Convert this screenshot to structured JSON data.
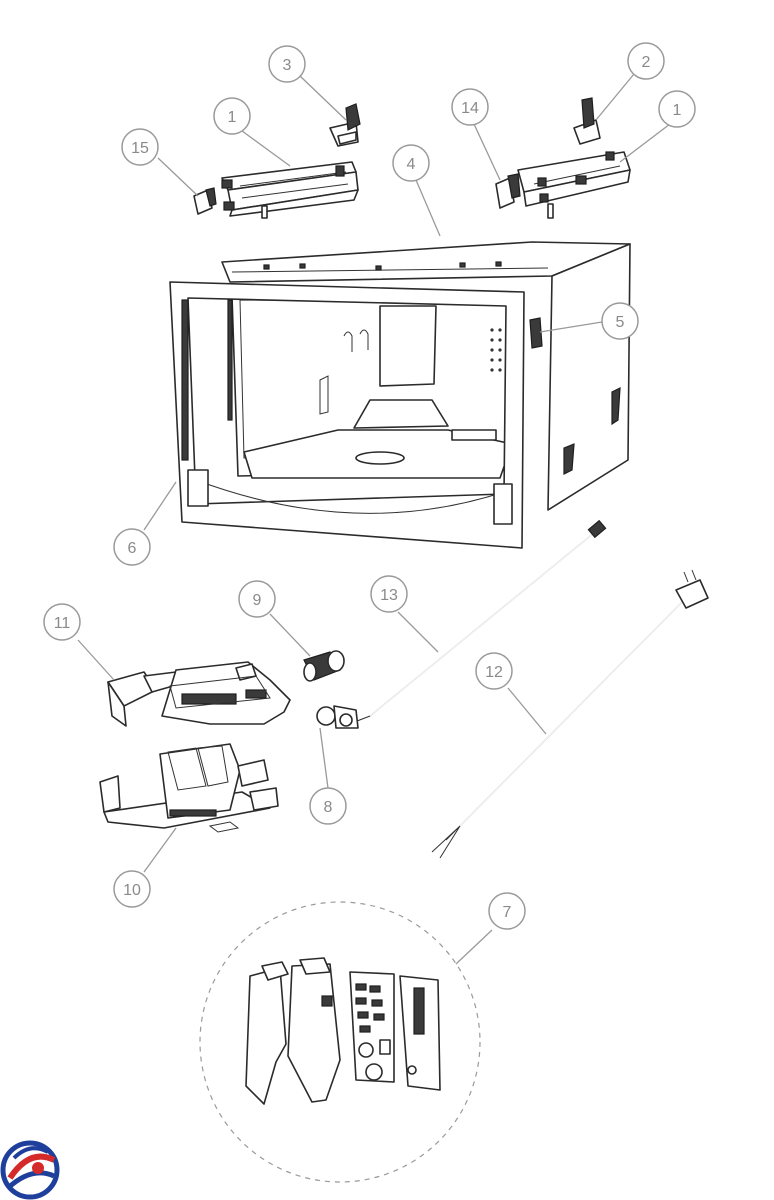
{
  "callouts": [
    {
      "id": "c3",
      "label": "3"
    },
    {
      "id": "c1a",
      "label": "1"
    },
    {
      "id": "c15",
      "label": "15"
    },
    {
      "id": "c2",
      "label": "2"
    },
    {
      "id": "c14",
      "label": "14"
    },
    {
      "id": "c1b",
      "label": "1"
    },
    {
      "id": "c4",
      "label": "4"
    },
    {
      "id": "c5",
      "label": "5"
    },
    {
      "id": "c6",
      "label": "6"
    },
    {
      "id": "c9",
      "label": "9"
    },
    {
      "id": "c13",
      "label": "13"
    },
    {
      "id": "c11",
      "label": "11"
    },
    {
      "id": "c12",
      "label": "12"
    },
    {
      "id": "c8",
      "label": "8"
    },
    {
      "id": "c10",
      "label": "10"
    },
    {
      "id": "c7",
      "label": "7"
    }
  ],
  "colors": {
    "logo_blue": "#1f3f9c",
    "logo_red": "#d42a2a",
    "callout_gray": "#9a9a9a"
  }
}
